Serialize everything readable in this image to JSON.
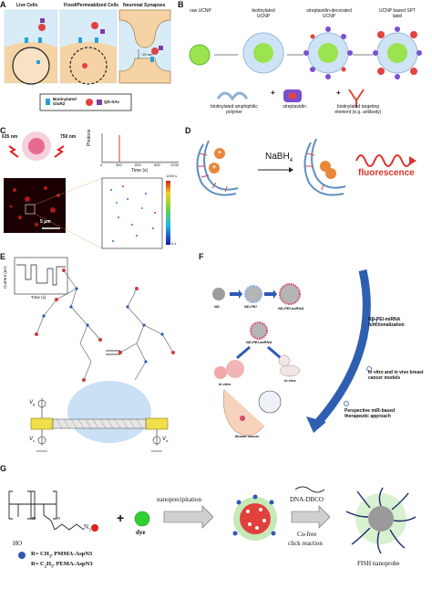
{
  "panels": {
    "A": {
      "label": "A",
      "titles": [
        "Live Cells",
        "Fixed/Permeablized Cells",
        "Neuronal Synapses"
      ],
      "scale": "~20 nm",
      "legend": {
        "glur2": "Biotinylated GluR2",
        "qd": "QD-SAv"
      }
    },
    "B": {
      "label": "B",
      "top": [
        "raw UCNP",
        "biotinylated UCNP",
        "streptavidin-decorated UCNP",
        "UCNP based SPT label"
      ],
      "bottom": [
        "biotinylated amphiphilic polymer",
        "streptavidin",
        "biotinylated targeting element (e.g. antibody)"
      ],
      "plus": "+"
    },
    "C": {
      "label": "C",
      "ex": "635 nm",
      "em": "750 nm",
      "ylabel": "Photons",
      "xlabel": "Time (s)",
      "xticks": [
        "0",
        "300",
        "600",
        "900",
        "1200"
      ],
      "colorbar_top": "1200 s",
      "colorbar_bottom": "0 s",
      "scalebar": "5 μm"
    },
    "D": {
      "label": "D",
      "reagent": "NaBH",
      "reagent_sub": "4",
      "word": "fluorescence",
      "plus": "+"
    },
    "E": {
      "label": "E",
      "ylabel": "Current (nA)",
      "xlabel": "Time (s)",
      "vg": "V",
      "vg_sub": "g",
      "vs": "V",
      "vs_sub": "s",
      "vd": "V",
      "vd_sub": "d"
    },
    "F": {
      "label": "F",
      "steps": [
        "ND",
        "ND-PEI",
        "ND-PEI-miRNA"
      ],
      "center": "ND-PEI-miRNA",
      "invitro": "In vitro",
      "invivo": "In vivo",
      "cancer": "Breast cancer",
      "notes": [
        "ND-PEI-miRNA functionalization",
        "In vitro and in vivo breast cancer models",
        "Perspective miR-based therapeutic approach"
      ]
    },
    "G": {
      "label": "G",
      "subscript_m": "m",
      "subscript_n": "n",
      "n3": "N",
      "n3_sub": "3",
      "r1": "R= CH",
      "r1_sub": "3",
      "r1_name": ", PMMA-AspN3",
      "r2": "R= C",
      "r2_sub1": "2",
      "r2_mid": "H",
      "r2_sub2": "5",
      "r2_name": ", PEMA-AspN3",
      "ho": "HO",
      "plus": "+",
      "dye": "dye",
      "step1": "nanoprecipitation",
      "step2_top": "DNA-DBCO",
      "step2_a": "Cu-free",
      "step2_b": "click reaction",
      "final": "FISH nanoprobe"
    }
  },
  "colors": {
    "cell_blue": "#cfe6f3",
    "membrane": "#f2c89a",
    "accent_red": "#d9342b",
    "green": "#5ccc3c",
    "navy": "#1a2a6c"
  }
}
